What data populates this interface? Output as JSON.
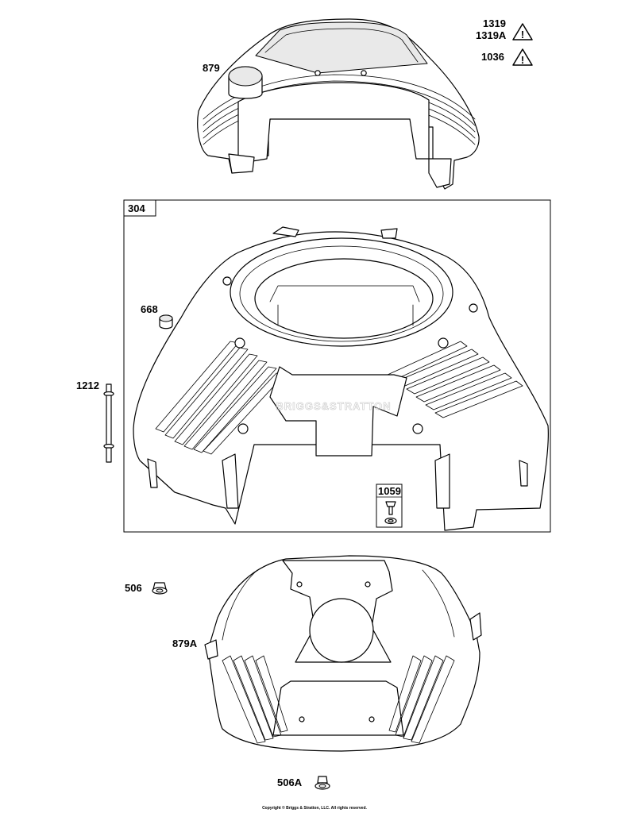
{
  "callouts": {
    "c879": "879",
    "c1319": "1319",
    "c1319a": "1319A",
    "c1036": "1036",
    "c304": "304",
    "c668": "668",
    "c1212": "1212",
    "c1059": "1059",
    "c506": "506",
    "c879a": "879A",
    "c506a": "506A"
  },
  "warning_symbol": "!",
  "watermark": "BRIGGS&STRATTON",
  "copyright": "Copyright © Briggs & Stratton, LLC. All rights reserved."
}
